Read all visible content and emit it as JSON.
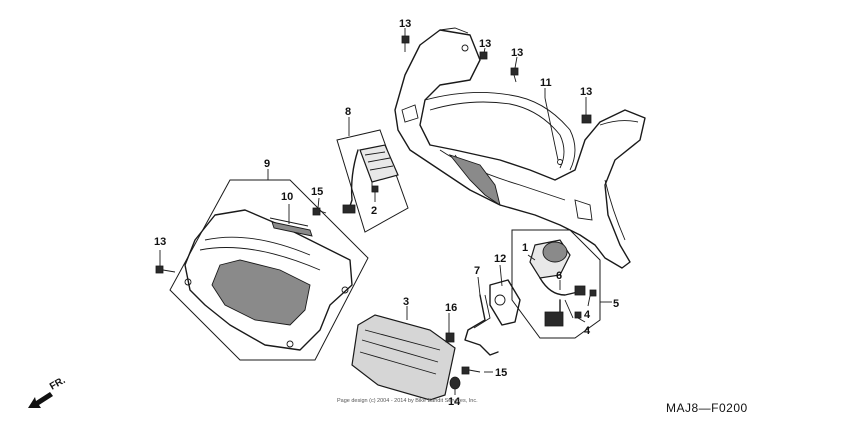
{
  "callouts": {
    "c1": "1",
    "c2": "2",
    "c3": "3",
    "c4a": "4",
    "c4b": "4",
    "c5": "5",
    "c6": "6",
    "c7": "7",
    "c8": "8",
    "c9": "9",
    "c10": "10",
    "c11": "11",
    "c12": "12",
    "c13a": "13",
    "c13b": "13",
    "c13c": "13",
    "c13d": "13",
    "c13e": "13",
    "c14": "14",
    "c15a": "15",
    "c15b": "15",
    "c16": "16"
  },
  "direction_indicator": "FR.",
  "diagram_code": "MAJ8—F0200",
  "copyright": "Page design (c) 2004 - 2014 by Bike Bandit Services, Inc.",
  "colors": {
    "line": "#1a1a1a",
    "background": "#ffffff"
  }
}
